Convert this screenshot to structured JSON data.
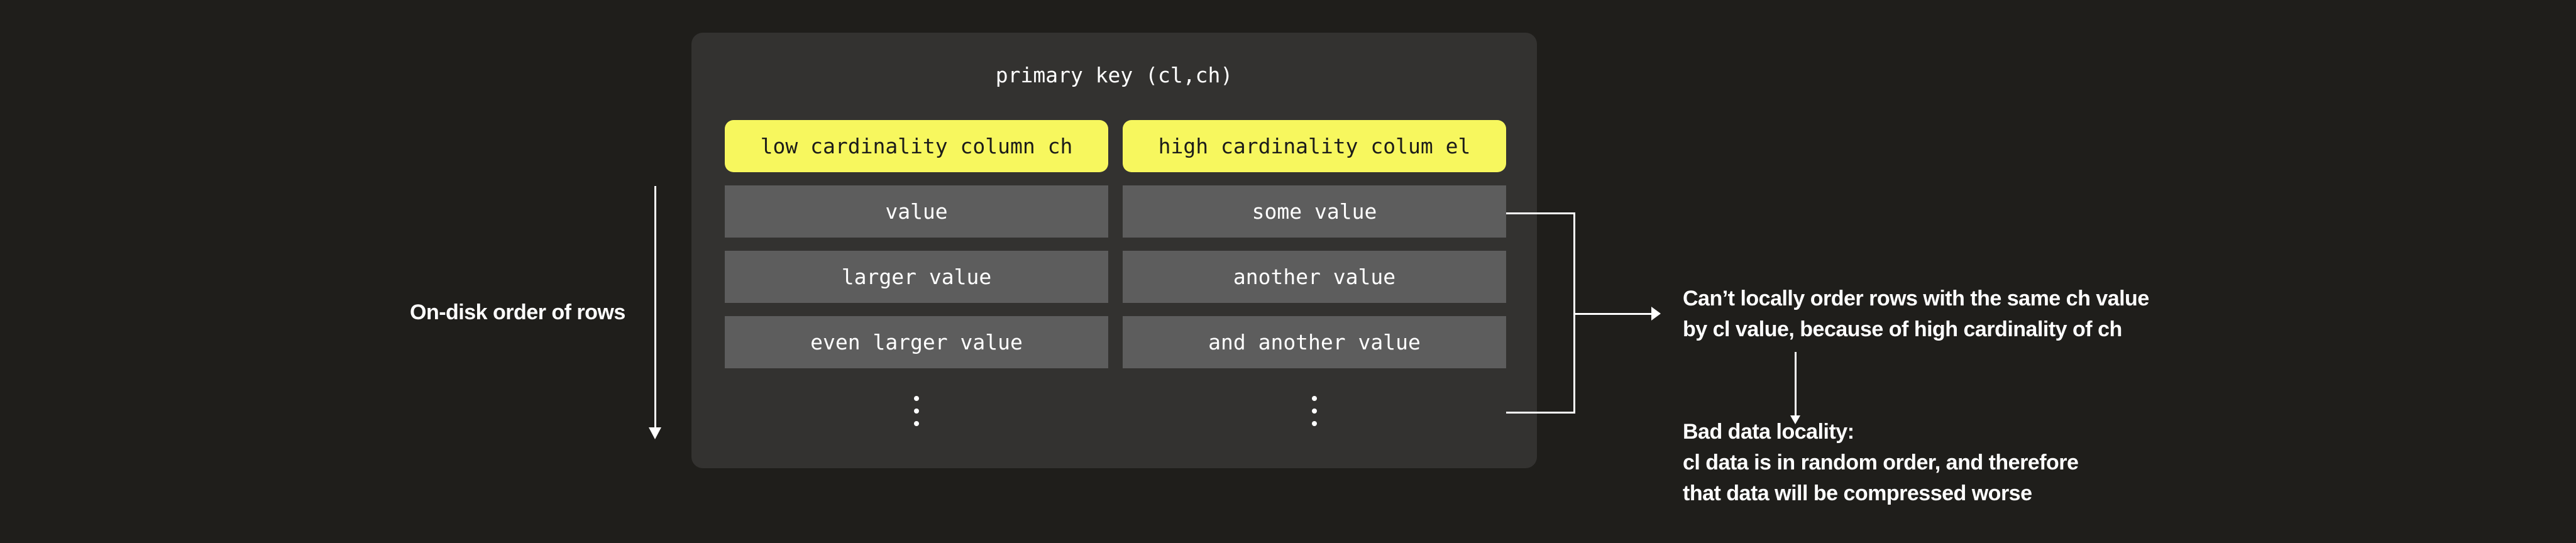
{
  "colors": {
    "background": "#1f1e1b",
    "panel": "#333230",
    "row_box": "#5d5d5d",
    "highlight_box": "#f7f75e",
    "light_text": "#ffffff",
    "dark_text": "#1c1c1a"
  },
  "table": {
    "title": "primary key (cl,ch)",
    "ellipsis_symbol": "⋮",
    "columns": [
      {
        "header": "low cardinality column ch",
        "rows": [
          "value",
          "larger value",
          "even larger value"
        ]
      },
      {
        "header": "high cardinality colum el",
        "rows": [
          "some value",
          "another value",
          "and another value"
        ]
      }
    ]
  },
  "annotations": {
    "left_label": "On-disk order of rows",
    "note_cant_order": {
      "line1": "Can’t locally order rows with the same ch value",
      "line2": "by cl value, because of high cardinality of ch"
    },
    "note_bad_locality": {
      "line1": "Bad data locality:",
      "line2": "cl data is in random order, and therefore",
      "line3": "that data will be compressed worse"
    }
  }
}
